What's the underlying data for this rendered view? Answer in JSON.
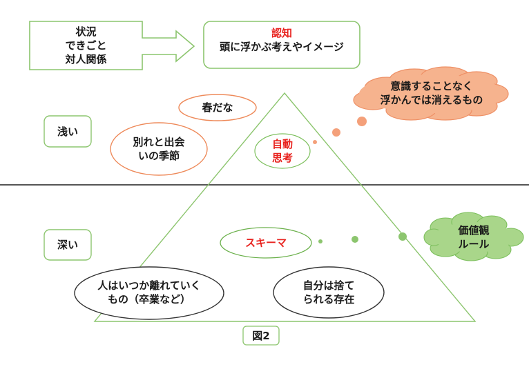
{
  "colors": {
    "green_stroke": "#8cc56e",
    "orange_stroke": "#ee8a5a",
    "orange_fill": "#f6b38e",
    "green_fill": "#a9d68a",
    "accent_red": "#e8231f",
    "divider": "#555555",
    "ellipse_dark": "#333333"
  },
  "situation_box": {
    "lines": [
      "状況",
      "できごと",
      "対人関係"
    ]
  },
  "cognition_box": {
    "title": "認知",
    "text": "頭に浮かぶ考えやイメージ"
  },
  "cloud_auto": {
    "lines": [
      "意識することなく",
      "浮かんでは消えるもの"
    ]
  },
  "cloud_schema": {
    "lines": [
      "価値観",
      "ルール"
    ]
  },
  "level_labels": {
    "shallow": "浅い",
    "deep": "深い"
  },
  "shallow_ellipses": {
    "spring": "春だな",
    "season": [
      "別れと出会",
      "いの季節"
    ]
  },
  "pyramid": {
    "top_label": [
      "自動",
      "思考"
    ],
    "middle_label": "スキーマ"
  },
  "deep_ellipses": {
    "leave": [
      "人はいつか離れていく",
      "もの（卒業など）"
    ],
    "abandoned": [
      "自分は捨て",
      "られる存在"
    ]
  },
  "figure_caption": "図2"
}
